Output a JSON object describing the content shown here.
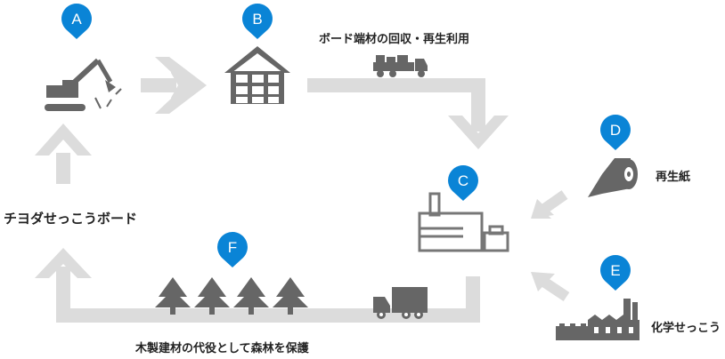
{
  "markers": {
    "a": "A",
    "b": "B",
    "c": "C",
    "d": "D",
    "e": "E",
    "f": "F"
  },
  "labels": {
    "board_recycle": "ボード端材の回収・再生利用",
    "product": "チヨダせっこうボード",
    "recycled_paper": "再生紙",
    "chemical_gypsum": "化学せっこう",
    "forest": "木製建材の代役として森林を保護"
  },
  "colors": {
    "marker": "#0a84d6",
    "icon": "#666666",
    "arrow": "#dcdcdc"
  }
}
